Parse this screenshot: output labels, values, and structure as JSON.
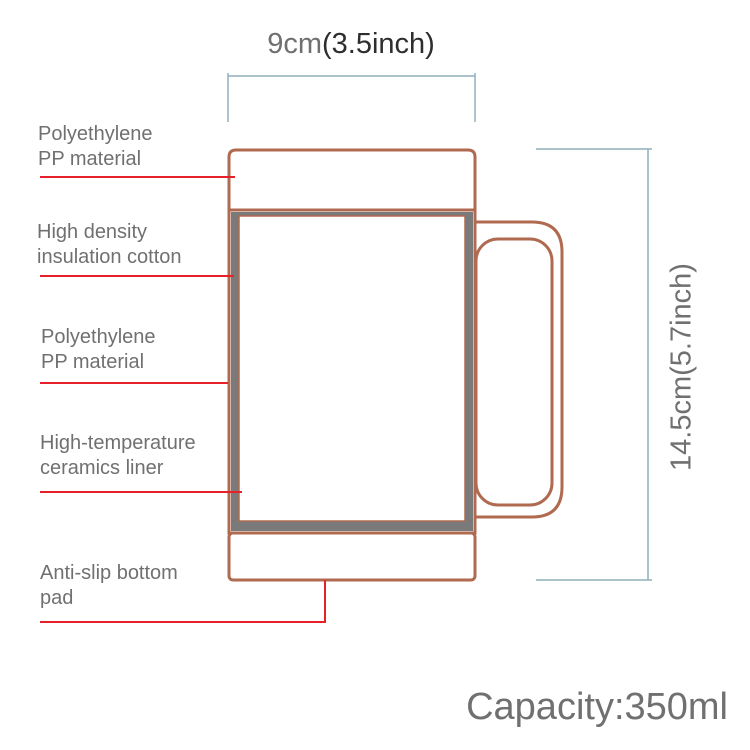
{
  "dimensions": {
    "width_cm": "9cm",
    "width_inch": "(3.5inch)",
    "height": "14.5cm(5.7inch)"
  },
  "labels": [
    {
      "id": "lid",
      "text": "Polyethylene\nPP material"
    },
    {
      "id": "insulation",
      "text": "High density\ninsulation cotton"
    },
    {
      "id": "outer-wall",
      "text": "Polyethylene\nPP material"
    },
    {
      "id": "liner",
      "text": "High-temperature\nceramics liner"
    },
    {
      "id": "bottom-pad",
      "text": "Anti-slip bottom\npad"
    }
  ],
  "capacity": "Capacity:350ml",
  "colors": {
    "mug_outline": "#b06a50",
    "insulation_fill": "#7a7a7a",
    "leader_line": "#e8202a",
    "dimension_line": "#8fb0bc",
    "label_text": "#707070"
  }
}
